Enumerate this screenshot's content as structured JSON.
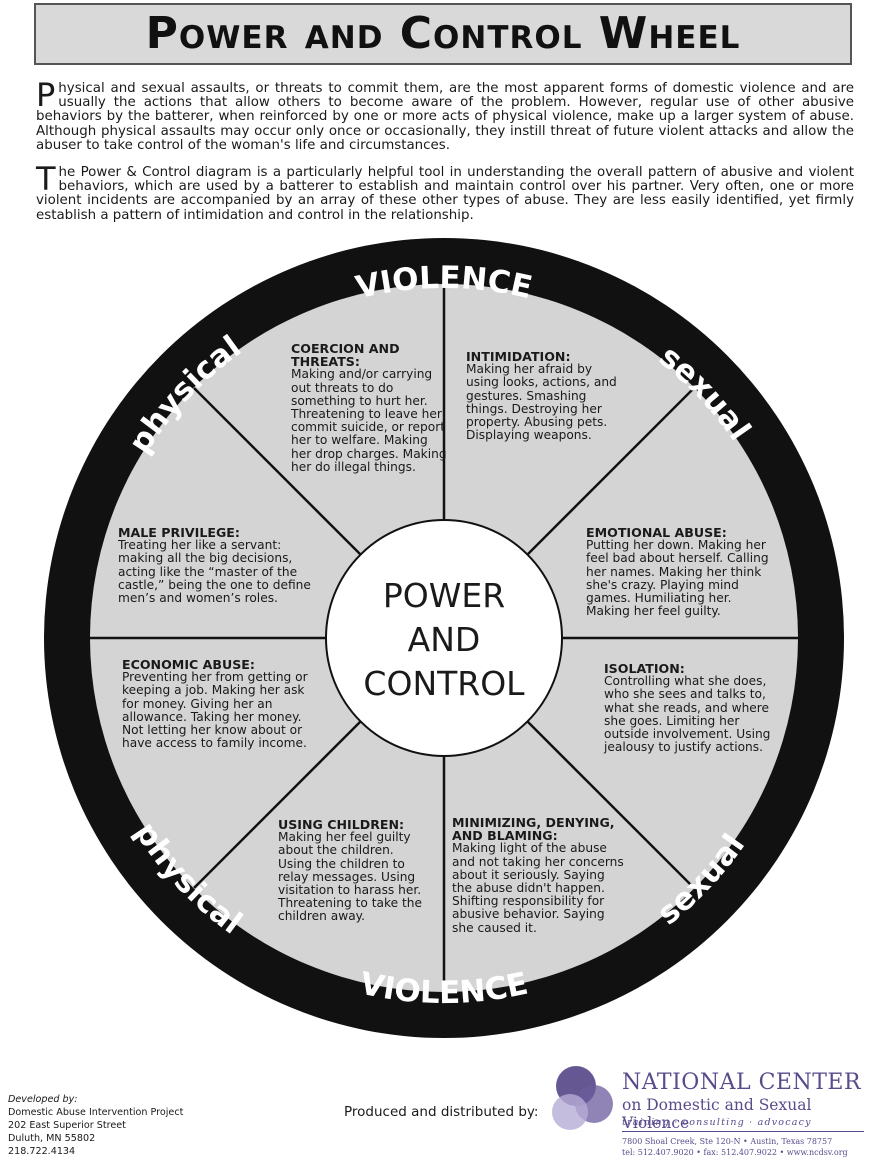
{
  "title": "Power and Control Wheel",
  "intro": {
    "p1_cap": "P",
    "p1_text": "hysical and sexual assaults, or threats to commit them, are the most apparent forms of domestic violence and are usually the actions that allow others to become aware of the problem.  However, regular use of other abusive behaviors by the batterer, when reinforced by one or more acts of physical violence, make up a larger system of abuse.  Although physical assaults may occur only once or occasionally, they instill threat of future violent attacks and allow the abuser to take control of the woman's life and circumstances.",
    "p2_cap": "T",
    "p2_text": "he Power & Control diagram is a particularly helpful tool in understanding the overall pattern of abusive and violent behaviors, which are used by a batterer to establish and maintain control over his partner.  Very often, one or more violent incidents are accompanied by an array of these other types of abuse.  They are less easily identified, yet firmly establish a pattern of intimidation and control in the relationship."
  },
  "wheel": {
    "rim": {
      "violence_top": "VIOLENCE",
      "violence_bottom": "VIOLENCE",
      "physical_top": "physical",
      "physical_bottom": "physical",
      "sexual_top": "sexual",
      "sexual_bottom": "sexual"
    },
    "center_lines": [
      "POWER",
      "AND",
      "CONTROL"
    ],
    "segments": {
      "coercion": {
        "heading": "COERCION AND THREATS:",
        "body": "Making and/or carrying out threats to do something to hurt her. Threatening to leave her, commit suicide, or report her to welfare.  Making her drop charges. Making her do illegal things."
      },
      "intimidation": {
        "heading": "INTIMIDATION:",
        "body": "Making her afraid by using looks, actions, and gestures.  Smashing things.  Destroying her property.  Abusing pets. Displaying weapons."
      },
      "emotional": {
        "heading": "EMOTIONAL ABUSE:",
        "body": "Putting her down.  Making her feel bad about herself. Calling her names.  Making her think she's crazy.  Playing mind games.  Humiliating her. Making her feel guilty."
      },
      "isolation": {
        "heading": "ISOLATION:",
        "body": "Controlling what she does, who she sees and talks to, what she reads, and where she goes.  Limiting her outside involvement. Using jealousy to justify actions."
      },
      "minimizing": {
        "heading": "MINIMIZING, DENYING, AND BLAMING:",
        "body": "Making light of the abuse and not taking her concerns about it seriously.  Saying the abuse didn't happen. Shifting responsibility for abusive behavior.  Saying she caused it."
      },
      "children": {
        "heading": "USING CHILDREN:",
        "body": "Making her feel guilty about the children.  Using the children to relay messages.  Using visitation to harass her. Threatening to take the children away."
      },
      "economic": {
        "heading": "ECONOMIC ABUSE:",
        "body": "Preventing her from getting or keeping a job.  Making her ask for money.  Giving her an allowance.  Taking her money. Not letting her know about or have access to family income."
      },
      "male": {
        "heading": "MALE PRIVILEGE:",
        "body": "Treating her like a servant: making all the big decisions, acting like the “master of the castle,” being the one to define men’s and women’s roles."
      }
    }
  },
  "footer": {
    "developed_label": "Developed by:",
    "developed_lines": [
      "Domestic Abuse Intervention Project",
      "202 East Superior Street",
      "Duluth, MN 55802",
      "218.722.4134"
    ],
    "produced": "Produced and distributed by:",
    "ncdsv_name": "NATIONAL CENTER",
    "ncdsv_sub": "on Domestic and Sexual Violence",
    "ncdsv_tagline": "training  ·  consulting  ·  advocacy",
    "ncdsv_address": "7800 Shoal Creek, Ste 120-N  •  Austin, Texas 78757",
    "ncdsv_contact": "tel: 512.407.9020  •  fax: 512.407.9022  •  www.ncdsv.org"
  },
  "colors": {
    "rim": "#111111",
    "segment_fill": "#d4d4d4",
    "center_fill": "#ffffff",
    "brand": "#5a4b8c"
  }
}
